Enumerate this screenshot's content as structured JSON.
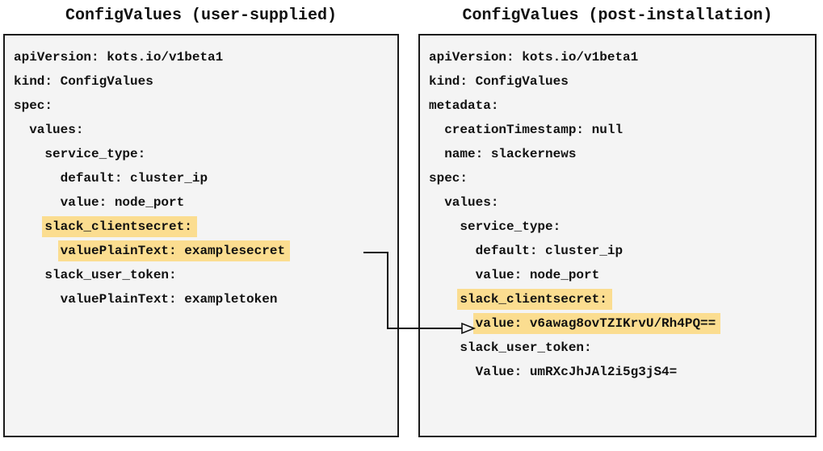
{
  "colors": {
    "highlight": "#FBDD90",
    "panel_background": "#F4F4F4",
    "panel_border": "#1A1A1A",
    "text": "#111111",
    "arrow": "#111111"
  },
  "left_panel": {
    "title": "ConfigValues (user-supplied)",
    "lines": [
      {
        "indent": 0,
        "text": "apiVersion: kots.io/v1beta1",
        "highlight": false
      },
      {
        "indent": 0,
        "text": "kind: ConfigValues",
        "highlight": false
      },
      {
        "indent": 0,
        "text": "spec:",
        "highlight": false
      },
      {
        "indent": 1,
        "text": "values:",
        "highlight": false
      },
      {
        "indent": 2,
        "text": "service_type:",
        "highlight": false
      },
      {
        "indent": 3,
        "text": "default: cluster_ip",
        "highlight": false
      },
      {
        "indent": 3,
        "text": "value: node_port",
        "highlight": false
      },
      {
        "indent": 2,
        "text": "slack_clientsecret:",
        "highlight": true
      },
      {
        "indent": 3,
        "text": "valuePlainText: examplesecret",
        "highlight": true
      },
      {
        "indent": 2,
        "text": "slack_user_token:",
        "highlight": false
      },
      {
        "indent": 3,
        "text": "valuePlainText: exampletoken",
        "highlight": false
      }
    ]
  },
  "right_panel": {
    "title": "ConfigValues (post-installation)",
    "lines": [
      {
        "indent": 0,
        "text": "apiVersion: kots.io/v1beta1",
        "highlight": false
      },
      {
        "indent": 0,
        "text": "kind: ConfigValues",
        "highlight": false
      },
      {
        "indent": 0,
        "text": "metadata:",
        "highlight": false
      },
      {
        "indent": 1,
        "text": "creationTimestamp: null",
        "highlight": false
      },
      {
        "indent": 1,
        "text": "name: slackernews",
        "highlight": false
      },
      {
        "indent": 0,
        "text": "spec:",
        "highlight": false
      },
      {
        "indent": 1,
        "text": "values:",
        "highlight": false
      },
      {
        "indent": 2,
        "text": "service_type:",
        "highlight": false
      },
      {
        "indent": 3,
        "text": "default: cluster_ip",
        "highlight": false
      },
      {
        "indent": 3,
        "text": "value: node_port",
        "highlight": false
      },
      {
        "indent": 2,
        "text": "slack_clientsecret:",
        "highlight": true
      },
      {
        "indent": 3,
        "text": "value: v6awag8ovTZIKrvU/Rh4PQ==",
        "highlight": true
      },
      {
        "indent": 2,
        "text": "slack_user_token:",
        "highlight": false
      },
      {
        "indent": 3,
        "text": "Value: umRXcJhJAl2i5g3jS4=",
        "highlight": false
      }
    ]
  },
  "arrow": {
    "from": "left_panel: valuePlainText: examplesecret",
    "to": "right_panel: value: v6awag8ovTZIKrvU/Rh4PQ=="
  }
}
